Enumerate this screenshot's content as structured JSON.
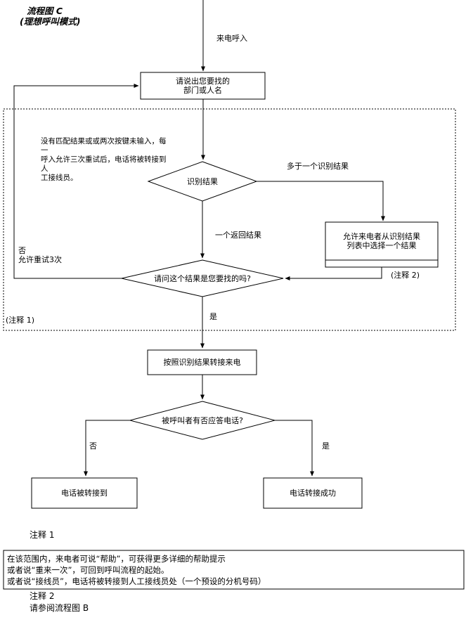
{
  "title": {
    "line1": "流程图  C",
    "line2": "(理想呼叫模式)"
  },
  "flow": {
    "incoming_label": "来电呼入",
    "ask_box": "请说出您要找的\n部门或人名",
    "no_match_note": "没有匹配结果或或两次按键未输入，每一\n呼入允许三次重试后，电话将被转接到人\n工接线员。",
    "recognize_diamond": "识别结果",
    "multi_result_label": "多于一个识别结果",
    "one_result_label": "一个返回结果",
    "choose_box": "允许来电者从识别结果\n列表中选择一个结果",
    "note2_ref": "(注释  2)",
    "confirm_diamond": "请问这个结果是您要找的吗?",
    "retry_label": "否\n允许重试3次",
    "note1_ref": "(注释  1)",
    "yes_label_1": "是",
    "transfer_box": "按照识别结果转接来电",
    "answer_diamond": "被呼叫者有否应答电话?",
    "no_label": "否",
    "yes_label_2": "是",
    "transferred_box": "电话被转接到",
    "success_box": "电话转接成功"
  },
  "notes": {
    "note1_title": "注释  1",
    "note1_body": "在该范围内，来电者可说“帮助”，可获得更多详细的帮助提示\n或者说“重来一次”，可回到呼叫流程的起始。\n或者说“接线员”，电话将被转接到人工接线员处（一个预设的分机号码）",
    "note2_title": "注释  2",
    "note2_body": "请参阅流程图  B"
  },
  "colors": {
    "line": "#000000",
    "background": "#ffffff"
  }
}
